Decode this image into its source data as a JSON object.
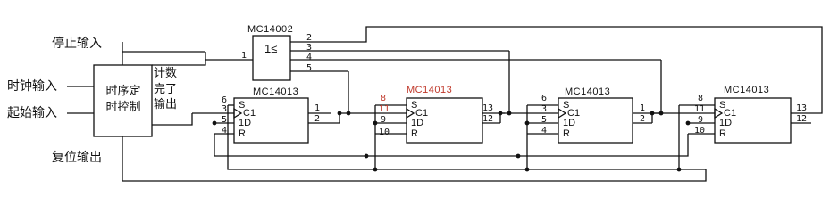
{
  "labels": {
    "stop_input": "停止输入",
    "clock_input": "时钟输入",
    "start_input": "起始输入",
    "reset_output": "复位输出",
    "timing_block_line1": "时序定",
    "timing_block_line2": "时控制",
    "count_done_line1": "计数",
    "count_done_line2": "完了",
    "count_done_line3": "输出"
  },
  "nor_gate": {
    "part": "MC14002",
    "symbol": "1≤",
    "pins": [
      "1",
      "2",
      "3",
      "4",
      "5"
    ]
  },
  "flipflops": [
    {
      "part": "MC14013",
      "pins": {
        "s": "6",
        "c": "3",
        "d": "5",
        "r": "4",
        "q": "1",
        "qn": "2"
      },
      "inputs": {
        "s": "S",
        "c": "C1",
        "d": "1D",
        "r": "R"
      }
    },
    {
      "part": "MC14013",
      "pins": {
        "s": "8",
        "c": "11",
        "d": "9",
        "r": "10",
        "q": "13",
        "qn": "12"
      },
      "inputs": {
        "s": "S",
        "c": "C1",
        "d": "1D",
        "r": "R"
      }
    },
    {
      "part": "MC14013",
      "pins": {
        "s": "6",
        "c": "3",
        "d": "5",
        "r": "4",
        "q": "1",
        "qn": "2"
      },
      "inputs": {
        "s": "S",
        "c": "C1",
        "d": "1D",
        "r": "R"
      }
    },
    {
      "part": "MC14013",
      "pins": {
        "s": "8",
        "c": "11",
        "d": "9",
        "r": "10",
        "q": "13",
        "qn": "12"
      },
      "inputs": {
        "s": "S",
        "c": "C1",
        "d": "1D",
        "r": "R"
      }
    }
  ],
  "colors": {
    "ink": "#111111",
    "highlight": "#c0392b"
  }
}
